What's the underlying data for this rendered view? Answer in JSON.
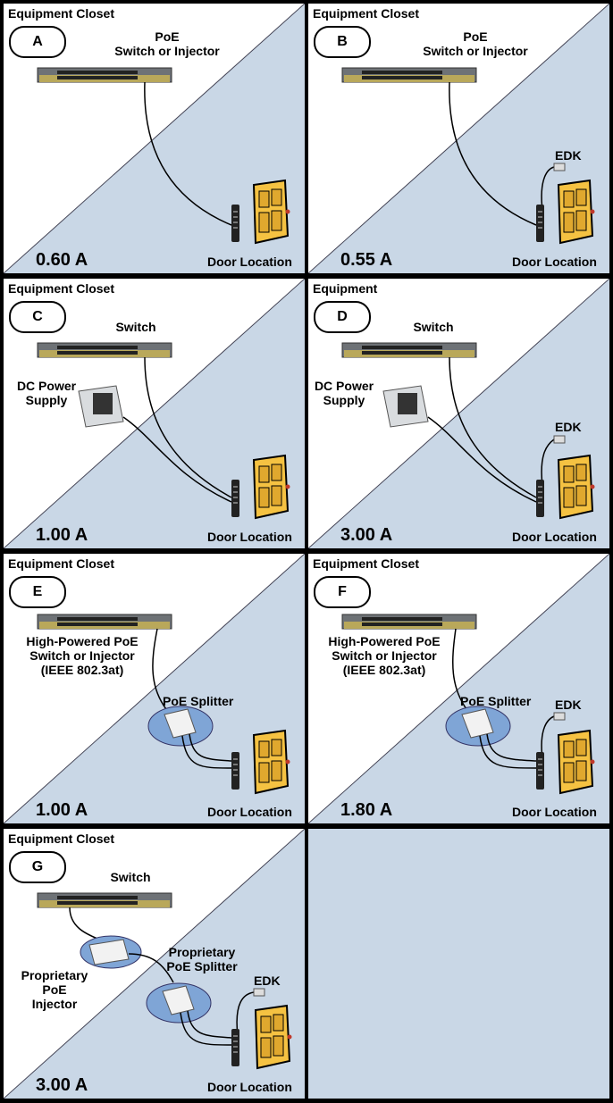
{
  "panels": [
    {
      "letter": "A",
      "closet": "Equipment Closet",
      "current": "0.60 A",
      "door": "Door Location",
      "device_lines": [
        "PoE",
        "Switch or Injector"
      ]
    },
    {
      "letter": "B",
      "closet": "Equipment Closet",
      "current": "0.55 A",
      "door": "Door Location",
      "device_lines": [
        "PoE",
        "Switch or Injector"
      ],
      "edk": "EDK"
    },
    {
      "letter": "C",
      "closet": "Equipment Closet",
      "current": "1.00 A",
      "door": "Door Location",
      "switch": "Switch",
      "psu_lines": [
        "DC Power",
        "Supply"
      ]
    },
    {
      "letter": "D",
      "closet": "Equipment",
      "current": "3.00 A",
      "door": "Door Location",
      "switch": "Switch",
      "psu_lines": [
        "DC Power",
        "Supply"
      ],
      "edk": "EDK"
    },
    {
      "letter": "E",
      "closet": "Equipment Closet",
      "current": "1.00 A",
      "door": "Door Location",
      "hp_lines": [
        "High-Powered PoE",
        "Switch or Injector",
        "(IEEE 802.3at)"
      ],
      "splitter": "PoE Splitter"
    },
    {
      "letter": "F",
      "closet": "Equipment Closet",
      "current": "1.80 A",
      "door": "Door Location",
      "hp_lines": [
        "High-Powered PoE",
        "Switch or Injector",
        "(IEEE 802.3at)"
      ],
      "splitter": "PoE Splitter",
      "edk": "EDK"
    },
    {
      "letter": "G",
      "closet": "Equipment Closet",
      "current": "3.00 A",
      "door": "Door Location",
      "switch": "Switch",
      "injector_lines": [
        "Proprietary",
        "PoE",
        "Injector"
      ],
      "splitter_lines": [
        "Proprietary",
        "PoE Splitter"
      ],
      "edk": "EDK"
    }
  ],
  "colors": {
    "fill": "#c9d7e6",
    "door": "#f5c242",
    "switch": "#6e7276",
    "psu": "#d9dcdf",
    "oval": "#7fa5d6"
  }
}
